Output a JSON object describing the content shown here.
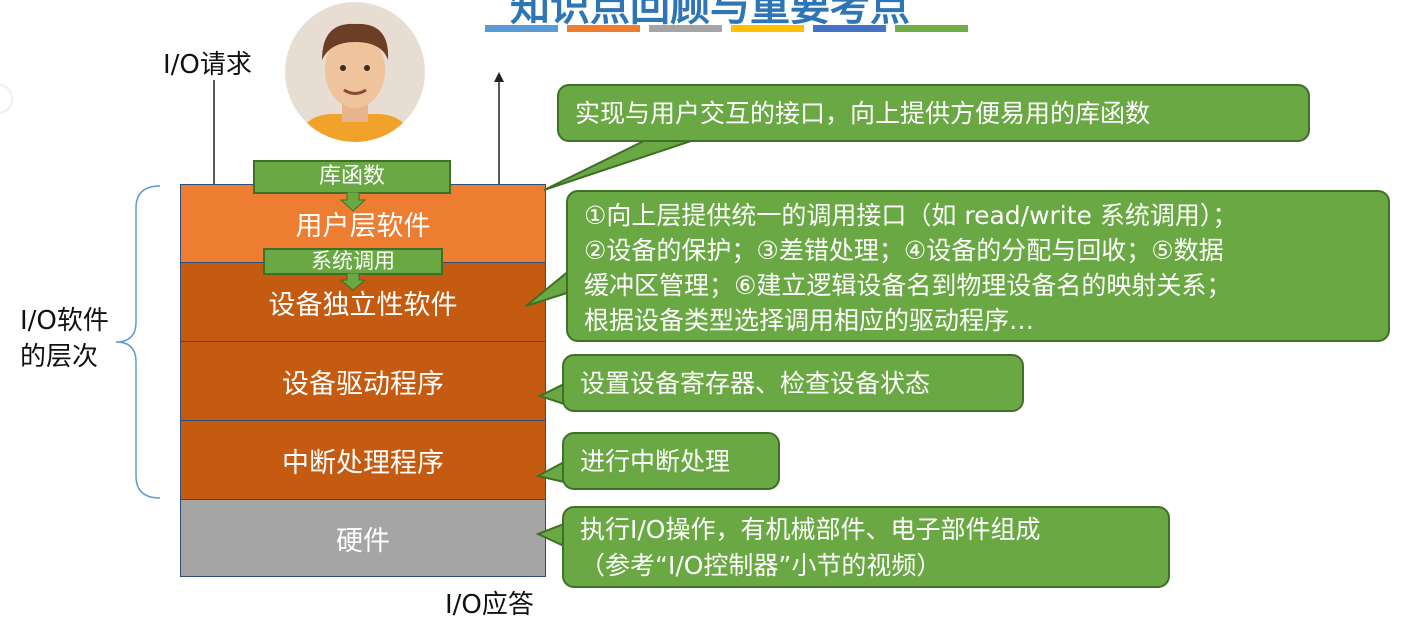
{
  "title": "知识点回顾与重要考点",
  "title_bar_colors": [
    "#5b9bd5",
    "#ed7d31",
    "#a5a5a5",
    "#ffc000",
    "#4472c4",
    "#70ad47"
  ],
  "labels": {
    "io_request": "I/O请求",
    "io_response": "I/O应答",
    "io_software_levels_line1": "I/O软件",
    "io_software_levels_line2": "的层次"
  },
  "layers": [
    {
      "name": "用户层软件",
      "color": "#ed7d31"
    },
    {
      "name": "设备独立性软件",
      "color": "#c55a11"
    },
    {
      "name": "设备驱动程序",
      "color": "#c55a11"
    },
    {
      "name": "中断处理程序",
      "color": "#c55a11"
    },
    {
      "name": "硬件",
      "color": "#a5a5a5"
    }
  ],
  "interface_tags": {
    "library": "库函数",
    "syscall": "系统调用"
  },
  "callouts": {
    "user_layer": "实现与用户交互的接口，向上提供方便易用的库函数",
    "device_independent": [
      "①向上层提供统一的调用接口（如 read/write 系统调用）；",
      "②设备的保护；③差错处理；④设备的分配与回收；⑤数据",
      "缓冲区管理；⑥建立逻辑设备名到物理设备名的映射关系；",
      "根据设备类型选择调用相应的驱动程序…"
    ],
    "driver": "设置设备寄存器、检查设备状态",
    "interrupt": "进行中断处理",
    "hardware": [
      "执行I/O操作，有机械部件、电子部件组成",
      "（参考“I/O控制器”小节的视频）"
    ]
  },
  "colors": {
    "callout_fill": "#6aa843",
    "callout_border": "#3f6f28",
    "title_color": "#2e75b6"
  }
}
